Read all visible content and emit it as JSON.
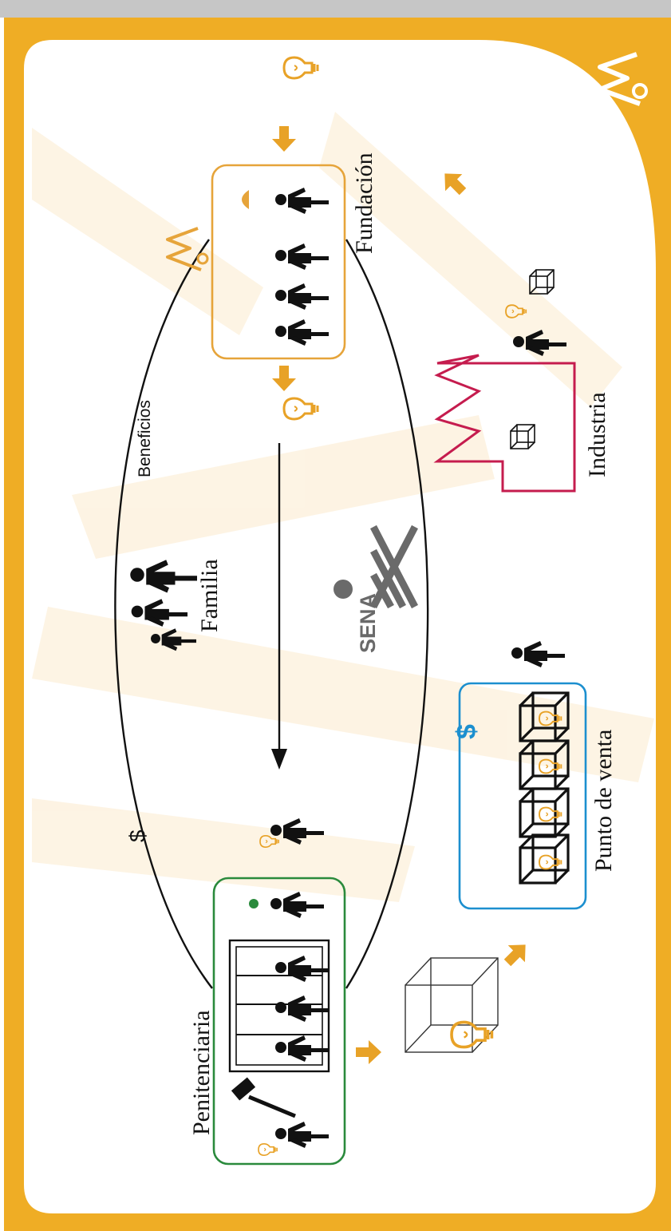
{
  "diagram": {
    "labels": {
      "fundacion": "Fundación",
      "penitenciaria": "Penitenciaria",
      "familia": "Familia",
      "industria": "Industria",
      "punto_de_venta": "Punto de venta",
      "beneficios": "Beneficios",
      "dollar_black": "$",
      "dollar_blue": "$",
      "sena": "SENA"
    },
    "colors": {
      "frame": "#efad25",
      "accent_orange": "#e8a227",
      "fundacion_box": "#e6a43a",
      "penitenciaria_box": "#2a8a3c",
      "industria_outline": "#c51c4e",
      "punto_venta_box": "#1c8fcf",
      "sena_gray": "#6a6a6a",
      "topbar": "#c6c6c6"
    },
    "icons": [
      "person-icon",
      "lightbulb-icon",
      "cube-icon",
      "arrow-icon",
      "gavel-icon",
      "jail-icon",
      "factory-icon",
      "sena-logo",
      "foundation-logo"
    ]
  }
}
